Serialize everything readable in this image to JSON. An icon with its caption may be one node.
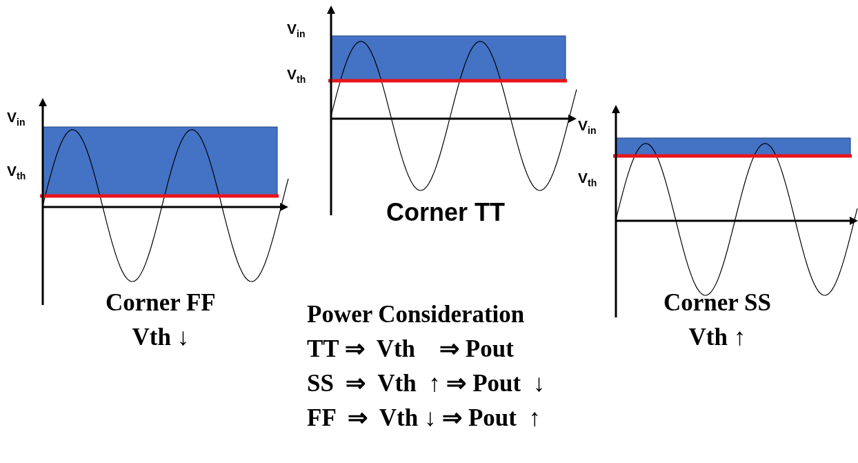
{
  "diagram": {
    "labels": [
      "V$_{in}$",
      "V$_{th}$",
      "V$_{in}$",
      "V$_{th}$",
      "Corner TT",
      "V$_{in}$",
      "V$_{th}$",
      "Corner FF",
      "Vth ↓",
      "Power Consideration",
      "Corner SS",
      "Vth ↑",
      "TT ⇒  Vth    ⇒ Pout",
      "SS  ⇒  Vth  ↑ ⇒ Pout  ↓",
      "FF  ⇒  Vth ↓ ⇒ Pout  ↑"
    ]
  }
}
